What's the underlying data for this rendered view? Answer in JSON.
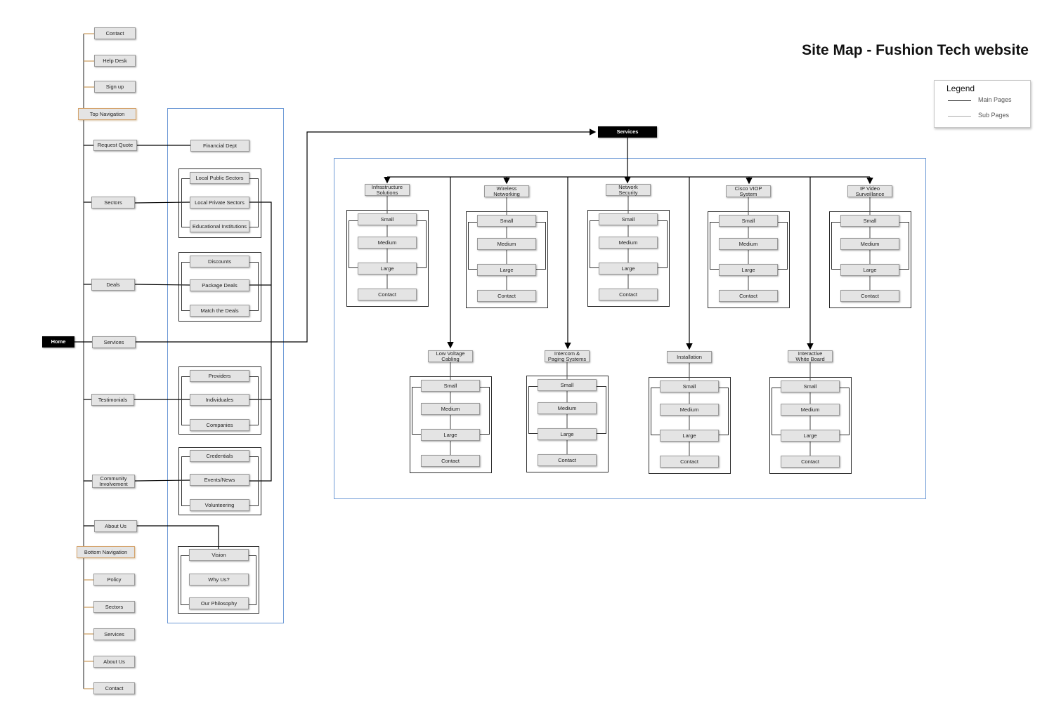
{
  "title": "Site Map - Fushion Tech website",
  "legend": {
    "title": "Legend",
    "main_pages": "Main Pages",
    "sub_pages": "Sub Pages"
  },
  "colors": {
    "node_fill": "#e4e4e4",
    "nav_border": "#d4a26a",
    "region_border": "#6e9ad6",
    "root_fill": "#000000"
  },
  "home": "Home",
  "top_navigation": {
    "label": "Top Navigation",
    "items": [
      "Contact",
      "Help Desk",
      "Sign up"
    ]
  },
  "main_menu": {
    "request_quote": {
      "label": "Request Quote",
      "children": [
        "Financial Dept"
      ]
    },
    "sectors": {
      "label": "Sectors",
      "children": [
        "Local Public Sectors",
        "Local Private Sectors",
        "Educational Institutions"
      ]
    },
    "deals": {
      "label": "Deals",
      "children": [
        "Discounts",
        "Package Deals",
        "Match the Deals"
      ]
    },
    "services": {
      "label": "Services"
    },
    "testimonials": {
      "label": "Testimonials",
      "children": [
        "Providers",
        "Individuales",
        "Companies"
      ]
    },
    "community": {
      "label": "Community\nInvolvement",
      "children": [
        "Credentials",
        "Events/News",
        "Volunteering"
      ]
    },
    "about": {
      "label": "About Us",
      "children": [
        "Vision",
        "Why Us?",
        "Our Philosophy"
      ]
    }
  },
  "bottom_navigation": {
    "label": "Bottom Navigation",
    "items": [
      "Policy",
      "Sectors",
      "Services",
      "About Us",
      "Contact"
    ]
  },
  "services": {
    "label": "Services",
    "groups": [
      {
        "name": "Infrastructure\nSolutions",
        "items": [
          "Small",
          "Medium",
          "Large",
          "Contact"
        ]
      },
      {
        "name": "Wireless\nNetworking",
        "items": [
          "Small",
          "Medium",
          "Large",
          "Contact"
        ]
      },
      {
        "name": "Network\nSecurity",
        "items": [
          "Small",
          "Medium",
          "Large",
          "Contact"
        ]
      },
      {
        "name": "Cisco VIOP\nSystem",
        "items": [
          "Small",
          "Medium",
          "Large",
          "Contact"
        ]
      },
      {
        "name": "IP Video\nSurveillance",
        "items": [
          "Small",
          "Medium",
          "Large",
          "Contact"
        ]
      },
      {
        "name": "Low Voltage\nCabling",
        "items": [
          "Small",
          "Medium",
          "Large",
          "Contact"
        ]
      },
      {
        "name": "Intercom &\nPaging Systems",
        "items": [
          "Small",
          "Medium",
          "Large",
          "Contact"
        ]
      },
      {
        "name": "Installation",
        "items": [
          "Small",
          "Medium",
          "Large",
          "Contact"
        ]
      },
      {
        "name": "Interactive\nWhite Board",
        "items": [
          "Small",
          "Medium",
          "Large",
          "Contact"
        ]
      }
    ]
  }
}
